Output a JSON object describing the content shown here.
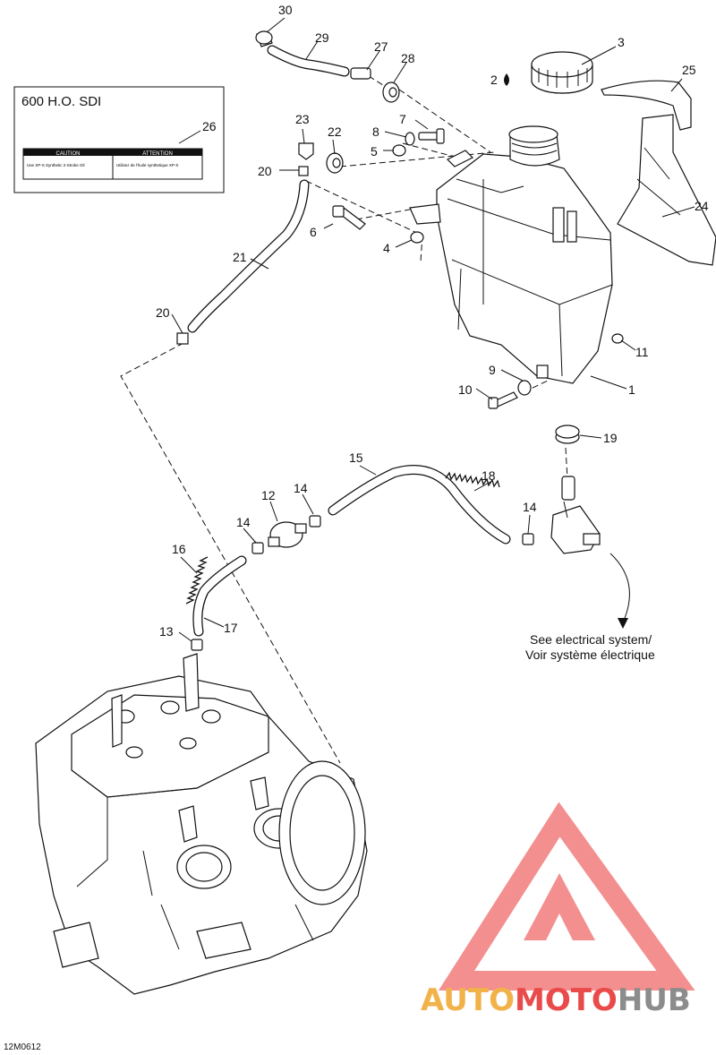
{
  "model_box": {
    "title": "600 H.O. SDI",
    "callout": "26",
    "decal_left_header": "CAUTION",
    "decal_right_header": "ATTENTION",
    "decal_left_text": "Use XP-S Synthetic 2-Stroke Oil",
    "decal_right_text": "Utilisez de l'huile synthetique XP-S"
  },
  "callouts": {
    "c1": "1",
    "c2": "2",
    "c3": "3",
    "c4": "4",
    "c5": "5",
    "c6": "6",
    "c7": "7",
    "c8": "8",
    "c9": "9",
    "c10": "10",
    "c11": "11",
    "c12": "12",
    "c13": "13",
    "c14a": "14",
    "c14b": "14",
    "c14c": "14",
    "c15": "15",
    "c16": "16",
    "c17": "17",
    "c18": "18",
    "c19": "19",
    "c20a": "20",
    "c20b": "20",
    "c21": "21",
    "c22": "22",
    "c23": "23",
    "c24": "24",
    "c25": "25",
    "c27": "27",
    "c28": "28",
    "c29": "29",
    "c30": "30"
  },
  "note": {
    "line1": "See electrical system/",
    "line2": "Voir système électrique"
  },
  "figure_code": "12M0612",
  "watermark": {
    "part1": "AUTO",
    "part2": "MOTO",
    "part3": "HUB",
    "colors": {
      "auto": "#f2b24a",
      "moto": "#e94b4b",
      "hub": "#8c8c8c",
      "logo": "#f06a6a"
    }
  }
}
